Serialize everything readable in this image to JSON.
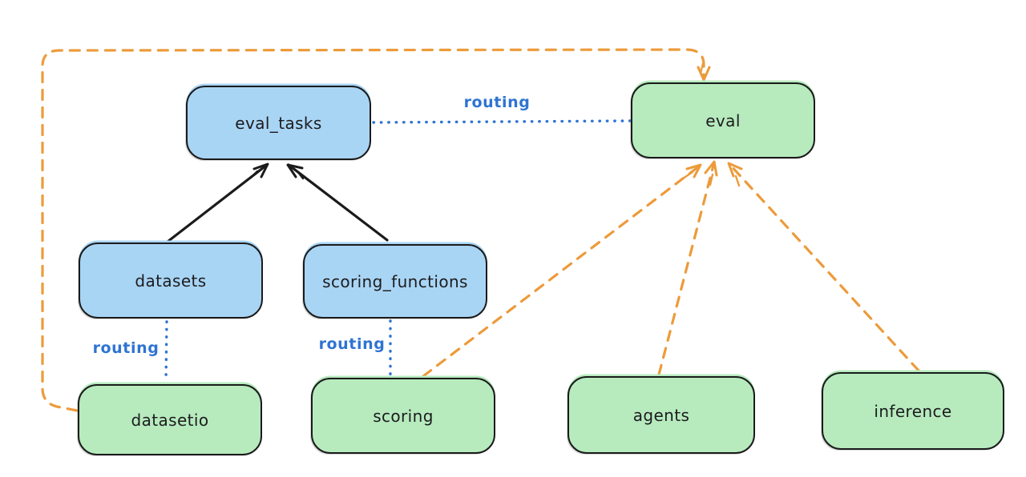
{
  "diagram": {
    "nodes": [
      {
        "id": "eval_tasks",
        "label": "eval_tasks",
        "fill": "#a9d5f5"
      },
      {
        "id": "eval",
        "label": "eval",
        "fill": "#b7ebbe"
      },
      {
        "id": "datasets",
        "label": "datasets",
        "fill": "#a9d5f5"
      },
      {
        "id": "scoring_functions",
        "label": "scoring_functions",
        "fill": "#a9d5f5"
      },
      {
        "id": "datasetio",
        "label": "datasetio",
        "fill": "#b7ebbe"
      },
      {
        "id": "scoring",
        "label": "scoring",
        "fill": "#b7ebbe"
      },
      {
        "id": "agents",
        "label": "agents",
        "fill": "#b7ebbe"
      },
      {
        "id": "inference",
        "label": "inference",
        "fill": "#b7ebbe"
      }
    ],
    "edges": [
      {
        "from": "datasets",
        "to": "eval_tasks",
        "style": "solid",
        "color": "#1b1b1b",
        "label": ""
      },
      {
        "from": "scoring_functions",
        "to": "eval_tasks",
        "style": "solid",
        "color": "#1b1b1b",
        "label": ""
      },
      {
        "from": "eval_tasks",
        "to": "eval",
        "style": "dotted",
        "color": "#2e74d2",
        "label": "routing"
      },
      {
        "from": "datasets",
        "to": "datasetio",
        "style": "dotted",
        "color": "#2e74d2",
        "label": "routing"
      },
      {
        "from": "scoring_functions",
        "to": "scoring",
        "style": "dotted",
        "color": "#2e74d2",
        "label": "routing"
      },
      {
        "from": "datasetio",
        "to": "eval",
        "style": "dashed",
        "color": "#ec9b3b",
        "label": ""
      },
      {
        "from": "scoring",
        "to": "eval",
        "style": "dashed",
        "color": "#ec9b3b",
        "label": ""
      },
      {
        "from": "agents",
        "to": "eval",
        "style": "dashed",
        "color": "#ec9b3b",
        "label": ""
      },
      {
        "from": "inference",
        "to": "eval",
        "style": "dashed",
        "color": "#ec9b3b",
        "label": ""
      }
    ],
    "colors": {
      "background": "#ffffff",
      "node_border": "#1b1b1b",
      "blue_fill": "#a9d5f5",
      "green_fill": "#b7ebbe",
      "routing_blue": "#2e74d2",
      "orange_dash": "#ec9b3b",
      "text": "#1c1c1e"
    }
  }
}
